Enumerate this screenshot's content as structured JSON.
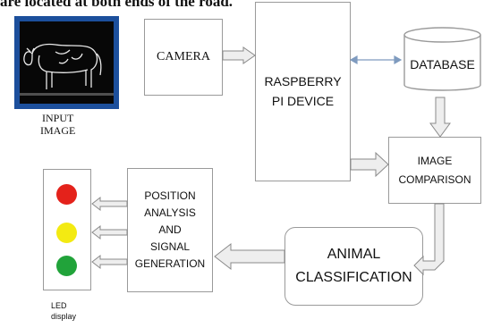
{
  "header_fragment": "are located at both ends of the road.",
  "blocks": {
    "input_image": {
      "caption_line1": "INPUT",
      "caption_line2": "IMAGE"
    },
    "camera": "CAMERA",
    "raspberry_pi": {
      "line1": "RASPBERRY",
      "line2": "PI DEVICE"
    },
    "database": "DATABASE",
    "image_comparison": {
      "line1": "IMAGE",
      "line2": "COMPARISON"
    },
    "animal_classification": {
      "line1": "ANIMAL",
      "line2": "CLASSIFICATION"
    },
    "position_analysis": {
      "line1": "POSITION",
      "line2": "ANALYSIS",
      "line3": "AND",
      "line4": "SIGNAL",
      "line5": "GENERATION"
    },
    "led_display": {
      "caption_line1": "LED",
      "caption_line2": "display"
    }
  },
  "led_colors": [
    "#e4221b",
    "#f3ea12",
    "#21a33a"
  ],
  "colors": {
    "border": "#9a9a9a",
    "arrow_fill": "#eeeeee",
    "arrow_stroke": "#8a8a8a",
    "image_frame": "#1c4f9c"
  }
}
